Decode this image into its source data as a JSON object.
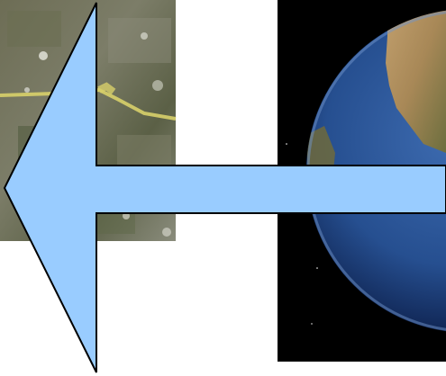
{
  "title": "",
  "panels": [
    {
      "kind": "satellite-image",
      "description": ""
    },
    {
      "kind": "earth-globe-image",
      "description": ""
    }
  ],
  "arrow": {
    "direction": "left",
    "fill": "#99ccff",
    "stroke": "#000000"
  },
  "colors": {
    "background": "#ffffff",
    "space": "#000000",
    "ocean_light": "#2e5c9e",
    "ocean_dark": "#0c1f4f",
    "land_desert": "#b79663",
    "land_green": "#5c6b3c",
    "highlight_road": "#d8d06a"
  }
}
